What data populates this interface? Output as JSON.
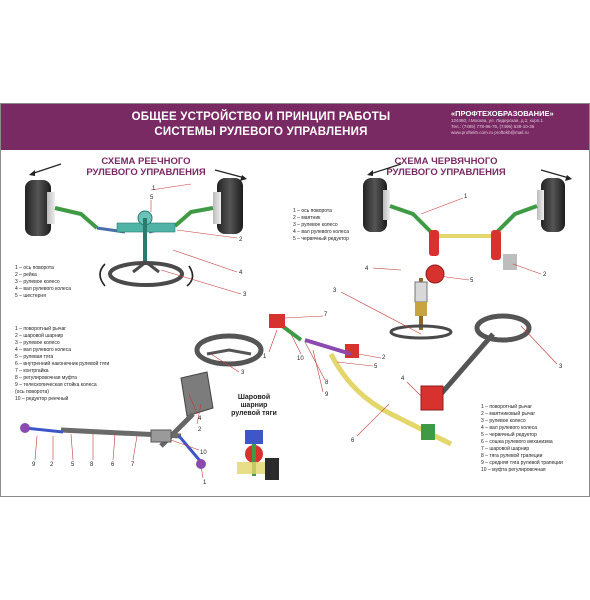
{
  "header": {
    "title_line1": "ОБЩЕЕ УСТРОЙСТВО И ПРИНЦИП РАБОТЫ",
    "title_line2": "СИСТЕМЫ РУЛЕВОГО УПРАВЛЕНИЯ",
    "brand": "«ПРОФТЕХОБРАЗОВАНИЕ»",
    "brand_line2": "124460, г.Москва, ул. Лидерская, д.2, корп.1",
    "brand_line3": "Тел.: (7495) 778-86-75, (7495) 538-10-35",
    "brand_line4": "www.proftekh.com.ru   proftekh@mail.ru"
  },
  "rack": {
    "title_line1": "СХЕМА РЕЕЧНОГО",
    "title_line2": "РУЛЕВОГО УПРАВЛЕНИЯ",
    "legend": [
      "1 – ось поворота",
      "2 – рейка",
      "3 – рулевое колесо",
      "4 – вал рулевого колеса",
      "5 – шестерня"
    ]
  },
  "worm": {
    "title_line1": "СХЕМА ЧЕРВЯЧНОГО",
    "title_line2": "РУЛЕВОГО УПРАВЛЕНИЯ",
    "legend": [
      "1 – ось поворота",
      "2 – маятник",
      "3 – рулевое колесо",
      "4 – вал рулевого колеса",
      "5 – червячный редуктор"
    ]
  },
  "lower_left": {
    "legend": [
      "1 – поворотный рычаг",
      "2 – шаровой шарнир",
      "3 – рулевое колесо",
      "4 – вал рулевого колеса",
      "5 – рулевая тяга",
      "6 – внутренний наконечник рулевой тяги",
      "7 – контргайка",
      "8 – регулировочная муфта",
      "9 – телескопическая стойка колеса",
      "     (ось поворота)",
      "10 – редуктор реечный"
    ]
  },
  "ball_joint": {
    "caption_line1": "Шаровой",
    "caption_line2": "шарнир",
    "caption_line3": "рулевой тяги"
  },
  "lower_right": {
    "legend": [
      "1 – поворотный рычаг",
      "2 – маятниковый рычаг",
      "3 – рулевое колесо",
      "4 – вал рулевого колеса",
      "5 – червячный редуктор",
      "6 – сошка рулевого механизма",
      "7 – шаровой шарнир",
      "8 – тяга рулевой трапеции",
      "9 – средняя тяга рулевой трапеции",
      "10 – муфта регулировочная"
    ]
  },
  "colors": {
    "header": "#7a2a63",
    "green_part": "#3f9a45",
    "yellow_part": "#e3d66a",
    "red_part": "#d8322f",
    "blue_part": "#3d57c9",
    "purple_part": "#8a4ab0"
  }
}
